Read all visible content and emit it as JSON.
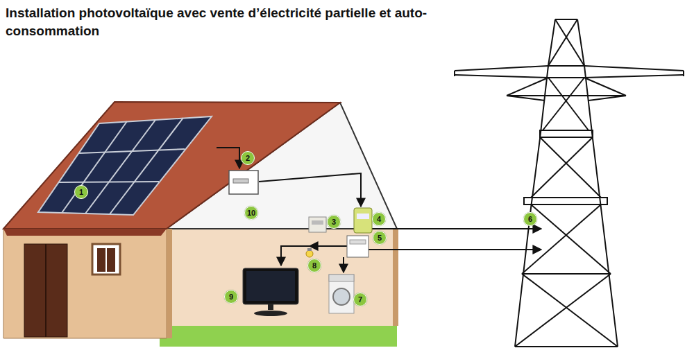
{
  "diagram": {
    "title": "Installation photovoltaïque avec vente d’électricité partielle et auto-consommation",
    "labels": [
      "1",
      "2",
      "3",
      "4",
      "5",
      "6",
      "7",
      "8",
      "9",
      "10"
    ]
  }
}
